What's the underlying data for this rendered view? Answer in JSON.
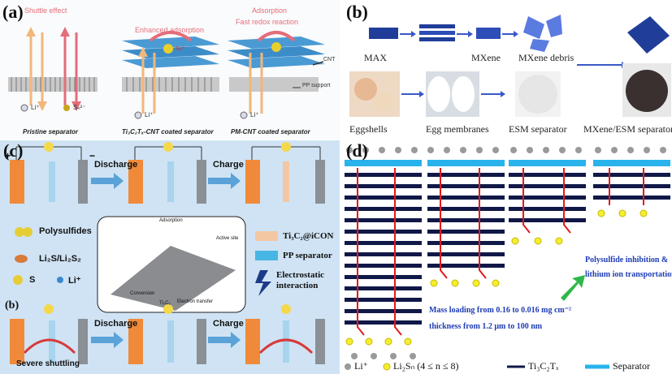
{
  "panel_a": {
    "label": "(a)",
    "headings": {
      "shuttle": "Shuttle effect",
      "enhanced": "Enhanced adsorption",
      "adsorption": "Adsorption",
      "redox": "Fast redox reaction"
    },
    "legend": {
      "cnt": "CNT",
      "pp": "PP support"
    },
    "ions": {
      "li": "Li⁺",
      "sn": "Sₙ²⁻",
      "sx": "Sₙ²⁻"
    },
    "captions": [
      "Pristine separator",
      "Ti₃C₂Tₓ-CNT coated separator",
      "PM-CNT coated separator"
    ]
  },
  "panel_b": {
    "label": "(b)",
    "items": {
      "max": "MAX",
      "mxene": "MXene",
      "debris": "MXene debris",
      "eggshells": "Eggshells",
      "membranes": "Egg membranes",
      "esm": "ESM separator",
      "composite": "MXene/ESM separator"
    }
  },
  "panel_c": {
    "label": "(c)",
    "sublabel": "(b)",
    "discharge": "Discharge",
    "charge": "Charge",
    "plus": "+",
    "minus": "−",
    "legend_left": [
      "Polysulfides",
      "Li₂S/Li₂S₂",
      "S",
      "Li⁺"
    ],
    "legend_right": [
      "Ti₃C₂@iCON",
      "PP separator",
      "Electrostatic interaction"
    ],
    "inset": {
      "adsorption": "Adsorption",
      "active": "Active site",
      "conversion": "Conversion",
      "electron": "Electron transfer",
      "icon": "Ti₃C₂"
    },
    "severe": "Severe shuttling"
  },
  "panel_d": {
    "label": "(d)",
    "annotation1": "Mass loading from 0.16 to 0.016 mg cm⁻²",
    "annotation2": "thickness from 1.2 μm to 100 nm",
    "annotation3": "Polysulfide inhibition &",
    "annotation4": "lithium ion transportation",
    "legend": {
      "li": "Li⁺",
      "lis": "Li₂Sₙ (4 ≤ n ≤ 8)",
      "mx": "Ti₃C₂Tₓ",
      "sep": "Separator"
    }
  }
}
